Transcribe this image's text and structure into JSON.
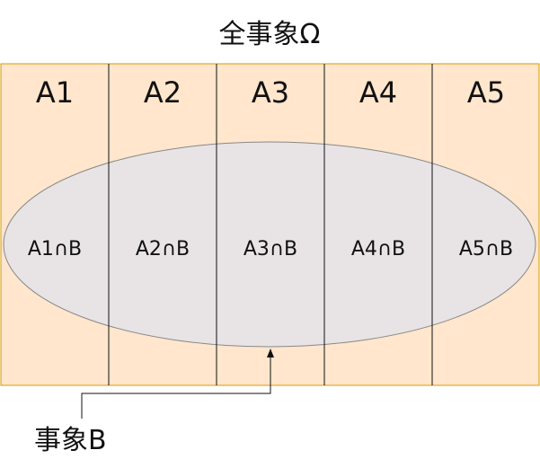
{
  "diagram": {
    "title": "全事象Ω",
    "partitions": [
      {
        "label": "A1",
        "intersection": "A1∩B"
      },
      {
        "label": "A2",
        "intersection": "A2∩B"
      },
      {
        "label": "A3",
        "intersection": "A3∩B"
      },
      {
        "label": "A4",
        "intersection": "A4∩B"
      },
      {
        "label": "A5",
        "intersection": "A5∩B"
      }
    ],
    "event_label": "事象B",
    "colors": {
      "partition_fill": "#ffe6cc",
      "partition_border": "#d79b00",
      "ellipse_fill": "#e6e4e8",
      "ellipse_stroke": "#888888",
      "divider": "#111111",
      "arrow": "#111111"
    }
  }
}
